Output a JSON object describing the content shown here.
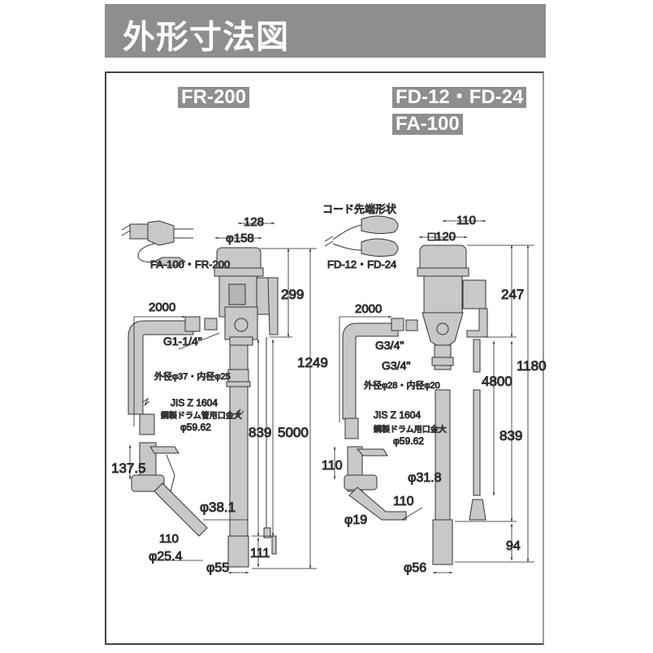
{
  "title": "外形寸法図",
  "models": {
    "left": "FR-200",
    "right_top": "FD-12・FD-24",
    "right_bottom": "FA-100"
  },
  "left_diagram": {
    "plug_caption": "FA-100・FR-200",
    "dims": {
      "width_128": "128",
      "dia_158": "φ158",
      "h_299": "299",
      "h_1249": "1249",
      "hose_2000": "2000",
      "thread": "G1-1/4\"",
      "hose_dia": "外径φ37・内径φ25",
      "jis": "JIS Z 1604",
      "jis_desc": "鋼製ドラム管用口金大",
      "jis_dia": "φ59.62",
      "h_839": "839",
      "h_5000": "5000",
      "nozzle_137": "137.5",
      "dia_38": "φ38.1",
      "nozzle_110": "110",
      "dia_25": "φ25.4",
      "h_111": "111",
      "dia_55": "φ55"
    }
  },
  "right_diagram": {
    "cord_title": "コード先端形状",
    "plug_caption": "FD-12・FD-24",
    "dims": {
      "width_110": "110",
      "sq_120": "□120",
      "h_247": "247",
      "h_1180": "1180",
      "hose_2000": "2000",
      "thread1": "G3/4\"",
      "thread2": "G3/4\"",
      "hose_dia": "外径φ28・内径φ20",
      "h_4800": "4800",
      "jis": "JIS Z 1604",
      "jis_desc": "鋼製ドラム用口金大",
      "jis_dia": "φ59.62",
      "h_839": "839",
      "nozzle_110a": "110",
      "dia_31": "φ31.8",
      "nozzle_110b": "110",
      "dia_19": "φ19",
      "h_94": "94",
      "dia_56": "φ56"
    }
  }
}
